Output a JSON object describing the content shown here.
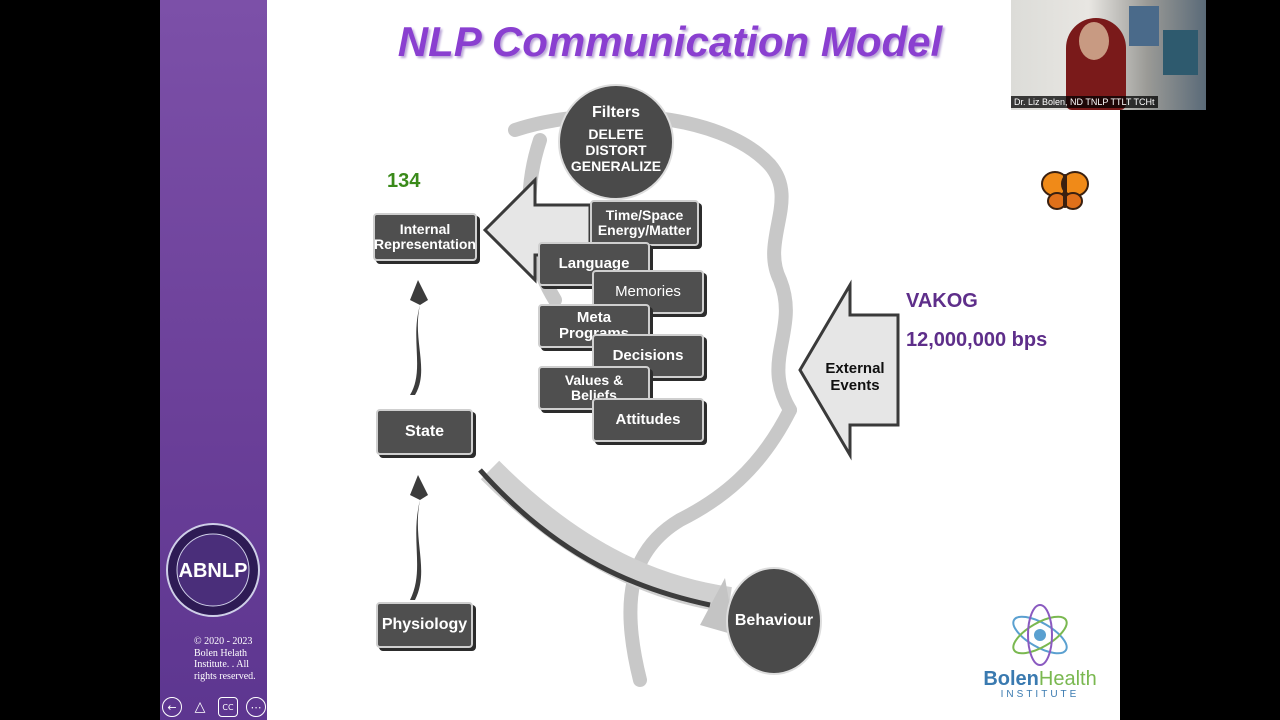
{
  "slide": {
    "title": "NLP Communication Model",
    "counter": "134",
    "filters": {
      "heading": "Filters",
      "items": [
        "DELETE",
        "DISTORT",
        "GENERALIZE"
      ]
    },
    "internal_representation": "Internal Representation",
    "state": "State",
    "physiology": "Physiology",
    "behaviour": "Behaviour",
    "external_events": "External Events",
    "vakog": "VAKOG",
    "bps": "12,000,000 bps",
    "filter_boxes": [
      "Time/Space Energy/Matter",
      "Language",
      "Memories",
      "Meta Programs",
      "Decisions",
      "Values & Beliefs",
      "Attitudes"
    ],
    "abnlp": {
      "text": "ABNLP"
    },
    "copyright": "© 2020 - 2023 Bolen Helath Institute. . All rights reserved.",
    "brand": {
      "name_part1": "Bolen",
      "name_part2": "Health",
      "sub": "INSTITUTE"
    }
  },
  "controls": {
    "cc_label": "CC"
  },
  "webcam": {
    "name": "Dr. Liz Bolen, ND TNLP TTLT TCHt"
  },
  "colors": {
    "purple": "#8a3fd0",
    "green": "#3a8a1a",
    "box": "#4f4f4f",
    "vakog": "#5e2e8a"
  }
}
